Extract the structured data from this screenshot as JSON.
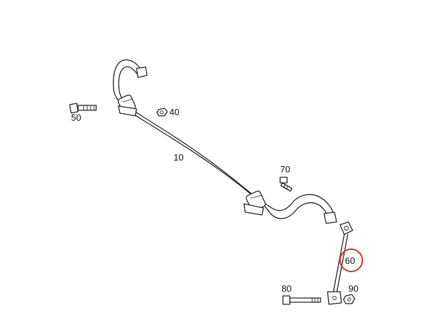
{
  "labels": {
    "p10": "10",
    "p40": "40",
    "p50": "50",
    "p60": "60",
    "p70": "70",
    "p80": "80",
    "p90": "90"
  },
  "highlight": {
    "part": "60",
    "color": "#c0392b"
  },
  "colors": {
    "line": "#222222",
    "background": "#ffffff"
  }
}
